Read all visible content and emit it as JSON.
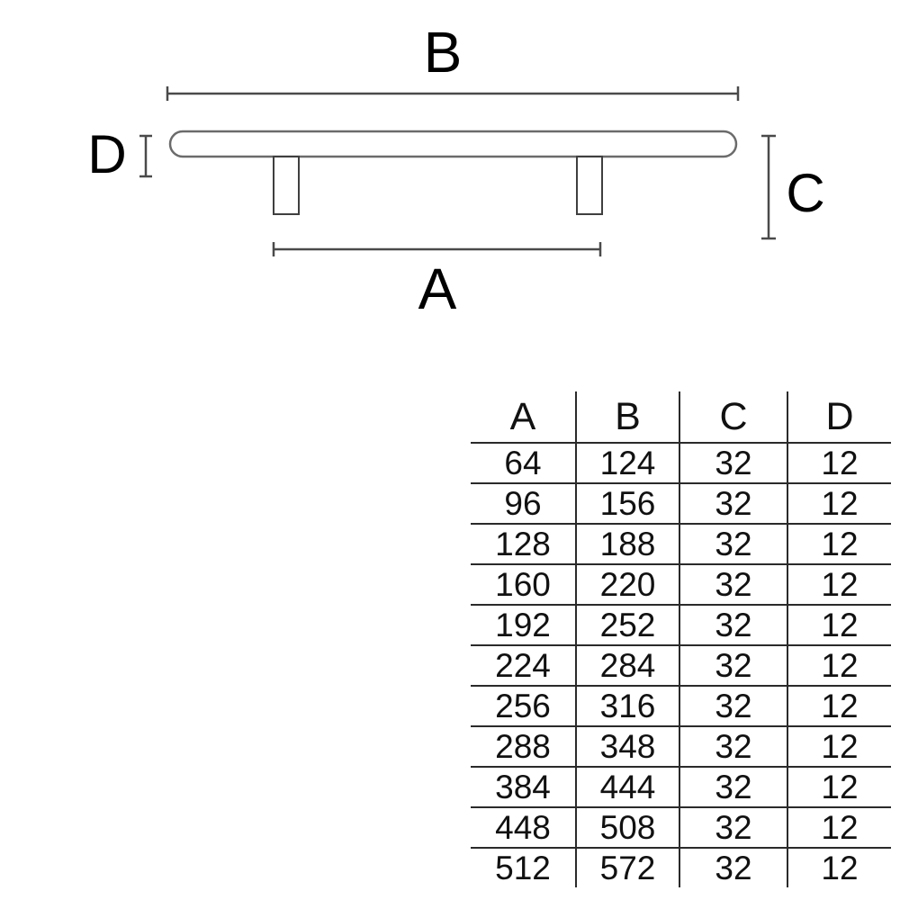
{
  "diagram": {
    "label_top": "B",
    "label_left": "D",
    "label_right": "C",
    "label_bottom": "A"
  },
  "table": {
    "headers": [
      "A",
      "B",
      "C",
      "D"
    ],
    "rows": [
      [
        "64",
        "124",
        "32",
        "12"
      ],
      [
        "96",
        "156",
        "32",
        "12"
      ],
      [
        "128",
        "188",
        "32",
        "12"
      ],
      [
        "160",
        "220",
        "32",
        "12"
      ],
      [
        "192",
        "252",
        "32",
        "12"
      ],
      [
        "224",
        "284",
        "32",
        "12"
      ],
      [
        "256",
        "316",
        "32",
        "12"
      ],
      [
        "288",
        "348",
        "32",
        "12"
      ],
      [
        "384",
        "444",
        "32",
        "12"
      ],
      [
        "448",
        "508",
        "32",
        "12"
      ],
      [
        "512",
        "572",
        "32",
        "12"
      ]
    ]
  },
  "colors": {
    "dimension_line": "#4a4a4a",
    "handle_outline": "#6b6b6b",
    "post_outline": "#3f3f3f",
    "table_line": "#2a2a2a",
    "text": "#000000"
  }
}
